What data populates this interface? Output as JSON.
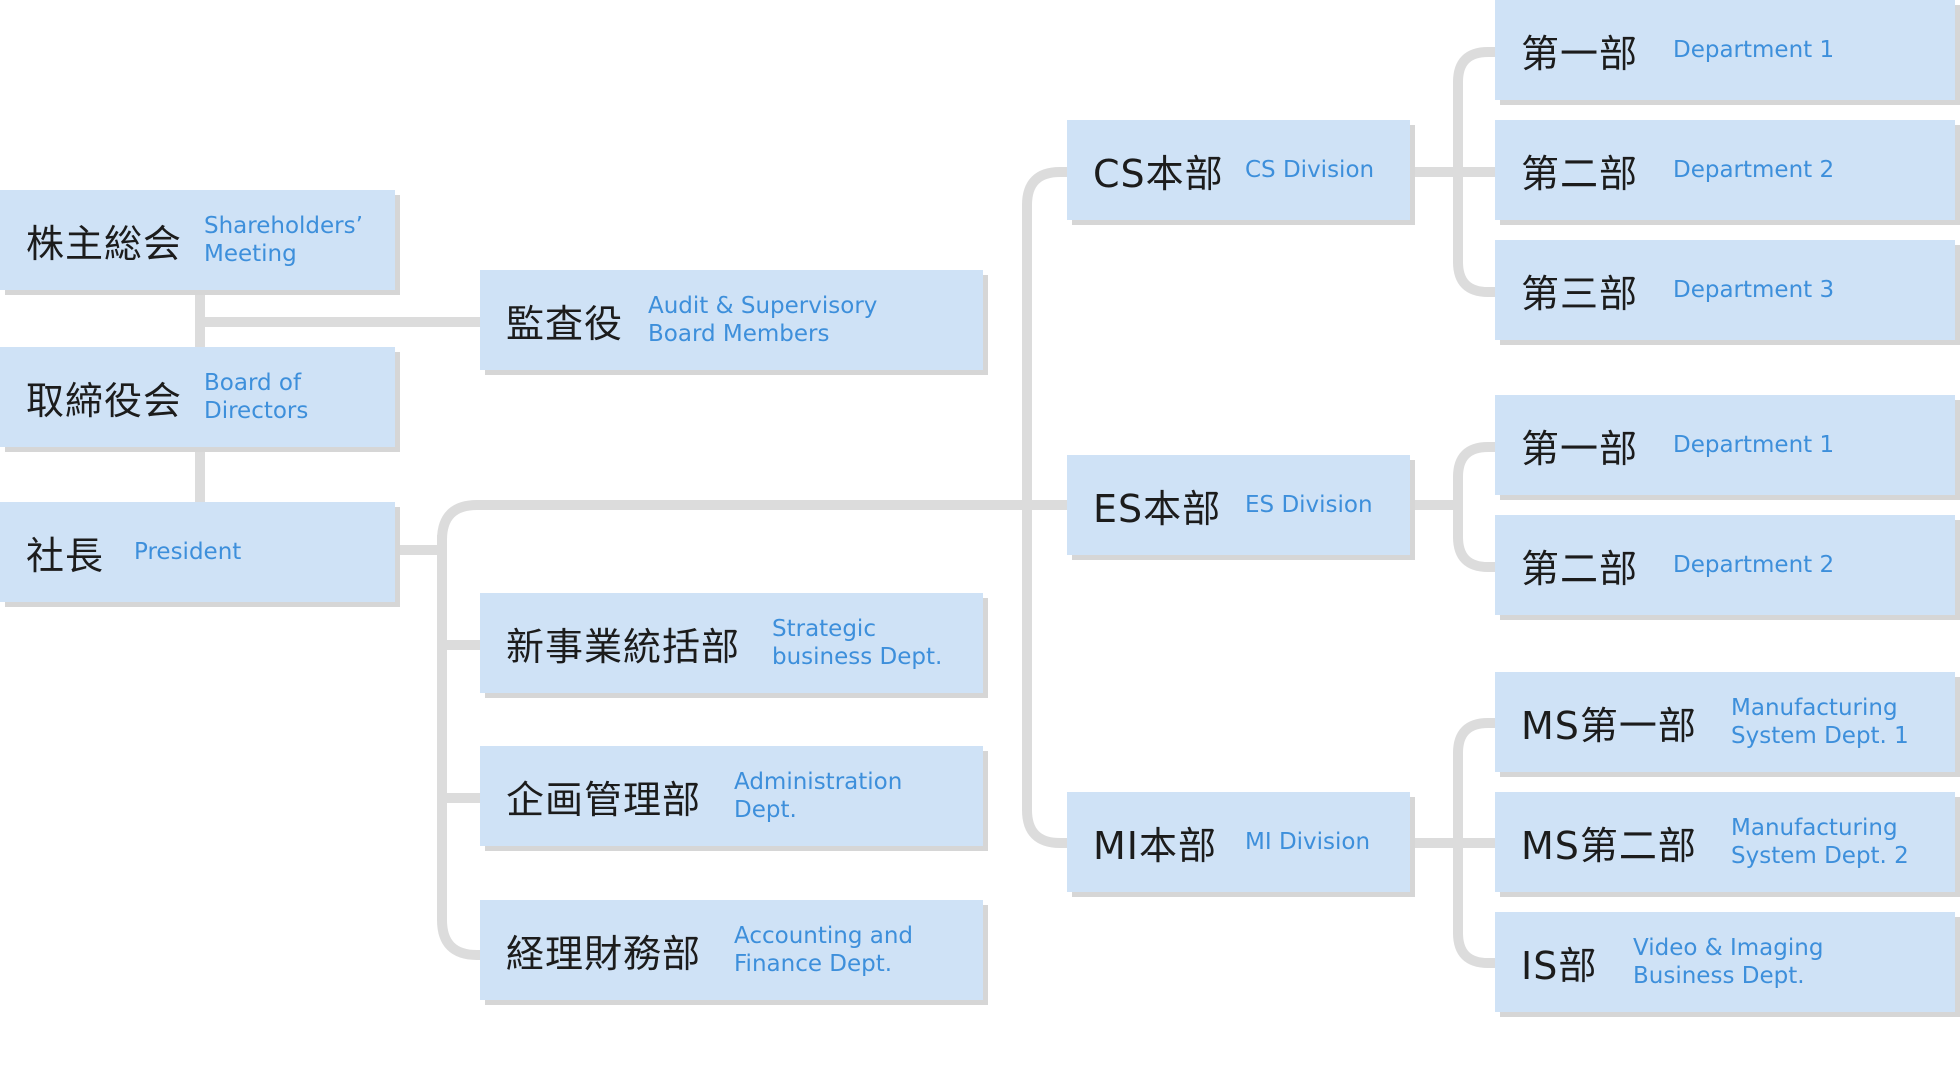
{
  "colors": {
    "box_fill": "#cfe2f6",
    "box_shadow": "#d6d6d6",
    "connector": "#dcdcdc",
    "jp_text": "#1c1c1c",
    "en_text": "#3d8fdb"
  },
  "nodes": {
    "shareholders": {
      "jp": "株主総会",
      "en": "Shareholders’\nMeeting"
    },
    "board": {
      "jp": "取締役会",
      "en": "Board of\nDirectors"
    },
    "president": {
      "jp": "社長",
      "en": "President"
    },
    "audit": {
      "jp": "監査役",
      "en": "Audit & Supervisory\nBoard Members"
    },
    "strategic": {
      "jp": "新事業統括部",
      "en": "Strategic\nbusiness Dept."
    },
    "admin": {
      "jp": "企画管理部",
      "en": "Administration\nDept."
    },
    "accounting": {
      "jp": "経理財務部",
      "en": "Accounting and\nFinance Dept."
    },
    "cs_div": {
      "jp": "CS本部",
      "en": "CS Division"
    },
    "es_div": {
      "jp": "ES本部",
      "en": "ES Division"
    },
    "mi_div": {
      "jp": "MI本部",
      "en": "MI Division"
    },
    "cs_d1": {
      "jp": "第一部",
      "en": "Department 1"
    },
    "cs_d2": {
      "jp": "第二部",
      "en": "Department 2"
    },
    "cs_d3": {
      "jp": "第三部",
      "en": "Department 3"
    },
    "es_d1": {
      "jp": "第一部",
      "en": "Department 1"
    },
    "es_d2": {
      "jp": "第二部",
      "en": "Department 2"
    },
    "ms1": {
      "jp": "MS第一部",
      "en": "Manufacturing\nSystem Dept. 1"
    },
    "ms2": {
      "jp": "MS第二部",
      "en": "Manufacturing\nSystem Dept. 2"
    },
    "is": {
      "jp": "IS部",
      "en": "Video & Imaging\nBusiness Dept."
    }
  }
}
